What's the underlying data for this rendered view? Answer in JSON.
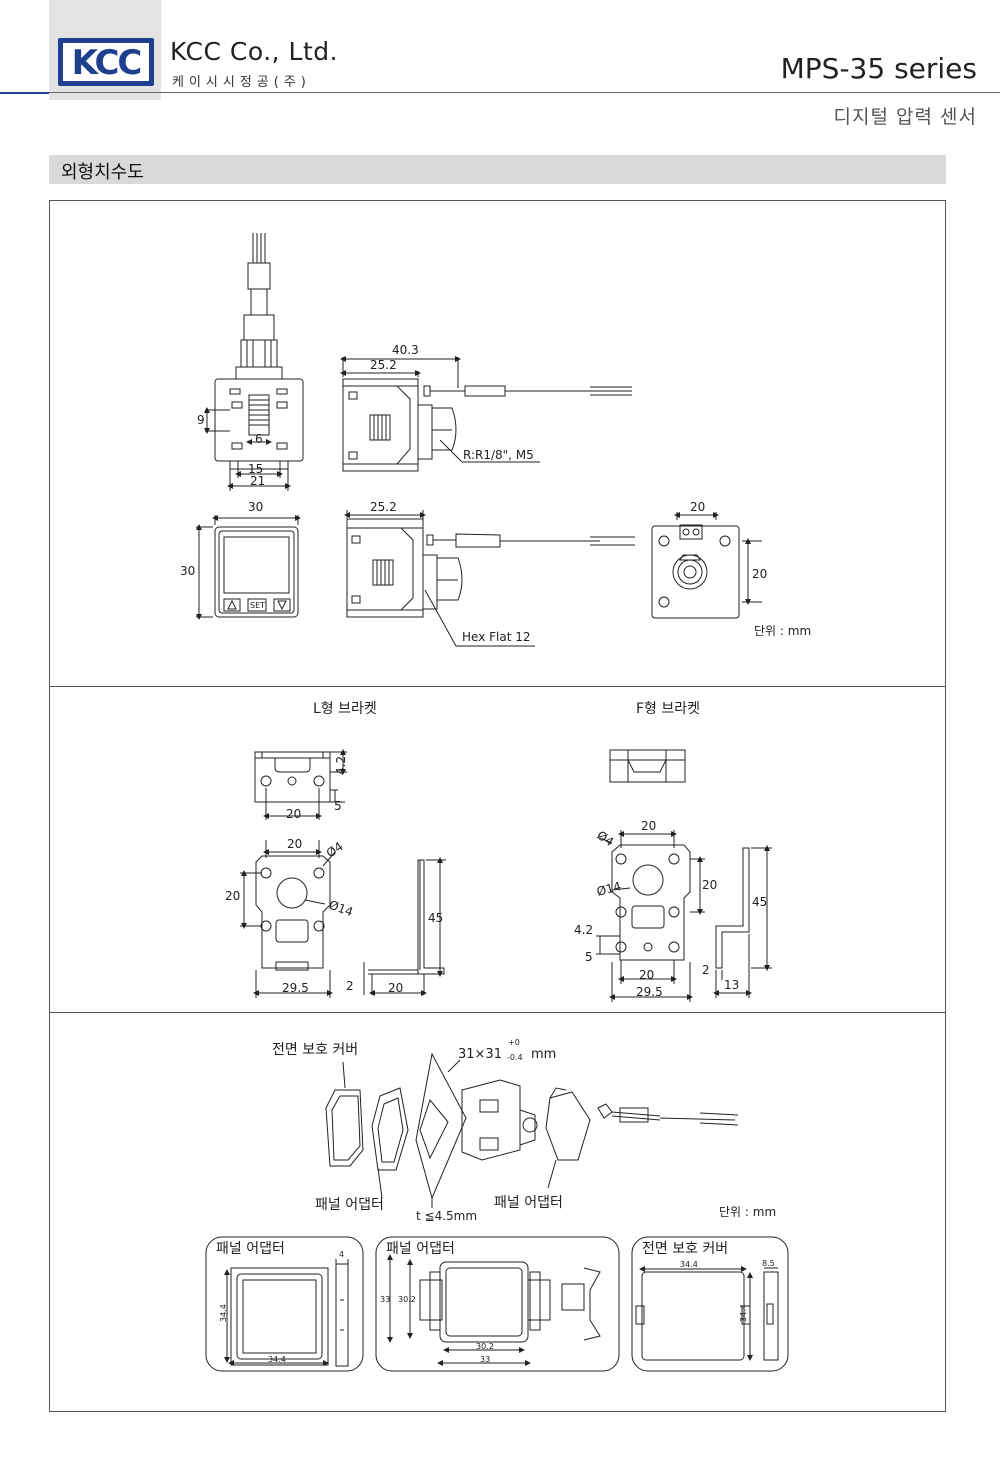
{
  "header": {
    "logo_text": "KCC",
    "company_name": "KCC Co., Ltd.",
    "company_name_ko": "케이시시정공(주)",
    "series_title": "MPS-35 series",
    "series_subtitle": "디지털 압력 센서"
  },
  "section": {
    "title": "외형치수도"
  },
  "panel1": {
    "dims": {
      "d9": "9",
      "d6": "6",
      "d15": "15",
      "d21": "21",
      "d40_3": "40.3",
      "d25_2a": "25.2",
      "thread": "R:R1/8\", M5",
      "d30w": "30",
      "d30h": "30",
      "d25_2b": "25.2",
      "hex": "Hex Flat 12",
      "d20w": "20",
      "d20h": "20",
      "set_label": "SET"
    },
    "unit": "단위 : mm"
  },
  "panel2": {
    "l_bracket_title": "L형 브라켓",
    "f_bracket_title": "F형 브라켓",
    "l_dims": {
      "d4_2": "4.2",
      "d20a": "20",
      "d5": "5",
      "d20b": "20",
      "phi4": "Ø4",
      "d20c": "20",
      "phi14": "Ø14",
      "d45": "45",
      "d29_5": "29.5",
      "d2": "2",
      "d20d": "20"
    },
    "f_dims": {
      "d20a": "20",
      "phi4": "Ø4",
      "d20b": "20",
      "phi14": "Ø14",
      "d45": "45",
      "d4_2": "4.2",
      "d5": "5",
      "d20c": "20",
      "d29_5": "29.5",
      "d2": "2",
      "d13": "13"
    }
  },
  "panel3": {
    "front_cover": "전면 보호 커버",
    "cutout_main": "31×31",
    "cutout_tol_plus": "+0",
    "cutout_tol_minus": "-0.4",
    "cutout_unit": "mm",
    "panel_adapter_a": "패널 어댑터",
    "thickness": "t ≦4.5mm",
    "panel_adapter_b": "패널 어댑터",
    "unit": "단위 : mm",
    "box1": {
      "title": "패널 어댑터",
      "d34_4a": "34.4",
      "d34_4b": "34.4",
      "d4": "4"
    },
    "box2": {
      "title": "패널 어댑터",
      "d33a": "33",
      "d30_2a": "30.2",
      "d30_2b": "30.2",
      "d33b": "33"
    },
    "box3": {
      "title": "전면 보호 커버",
      "d34_4a": "34.4",
      "d8_5": "8.5",
      "d34_4b": "34.4"
    }
  }
}
